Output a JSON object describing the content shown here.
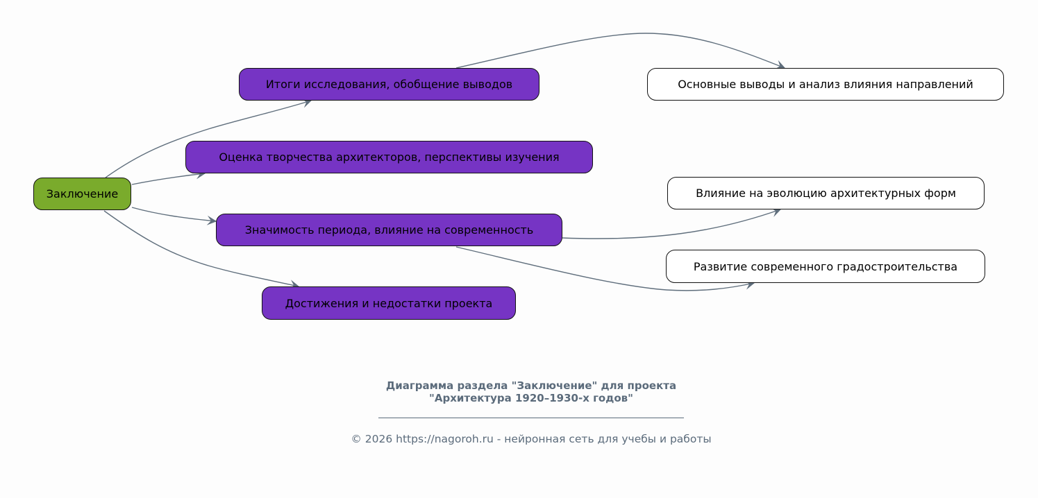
{
  "diagram": {
    "root": {
      "label": "Заключение",
      "color": "#7aab2c"
    },
    "sections": [
      {
        "label": "Итоги исследования, обобщение выводов"
      },
      {
        "label": "Оценка творчества архитекторов, перспективы изучения"
      },
      {
        "label": "Значимость периода, влияние на современность"
      },
      {
        "label": "Достижения и недостатки проекта"
      }
    ],
    "section_color": "#7634c4",
    "details": [
      {
        "label": "Основные выводы и анализ влияния направлений",
        "parent": 0
      },
      {
        "label": "Влияние на эволюцию архитектурных форм",
        "parent": 2
      },
      {
        "label": "Развитие современного градостроительства",
        "parent": 2
      }
    ],
    "edge_color": "#5f6e7c"
  },
  "footer": {
    "title_line1": "Диаграмма раздела \"Заключение\" для проекта",
    "title_line2": "\"Архитектура 1920–1930-х годов\"",
    "copyright": "© 2026 https://nagoroh.ru - нейронная сеть для учебы и работы"
  }
}
